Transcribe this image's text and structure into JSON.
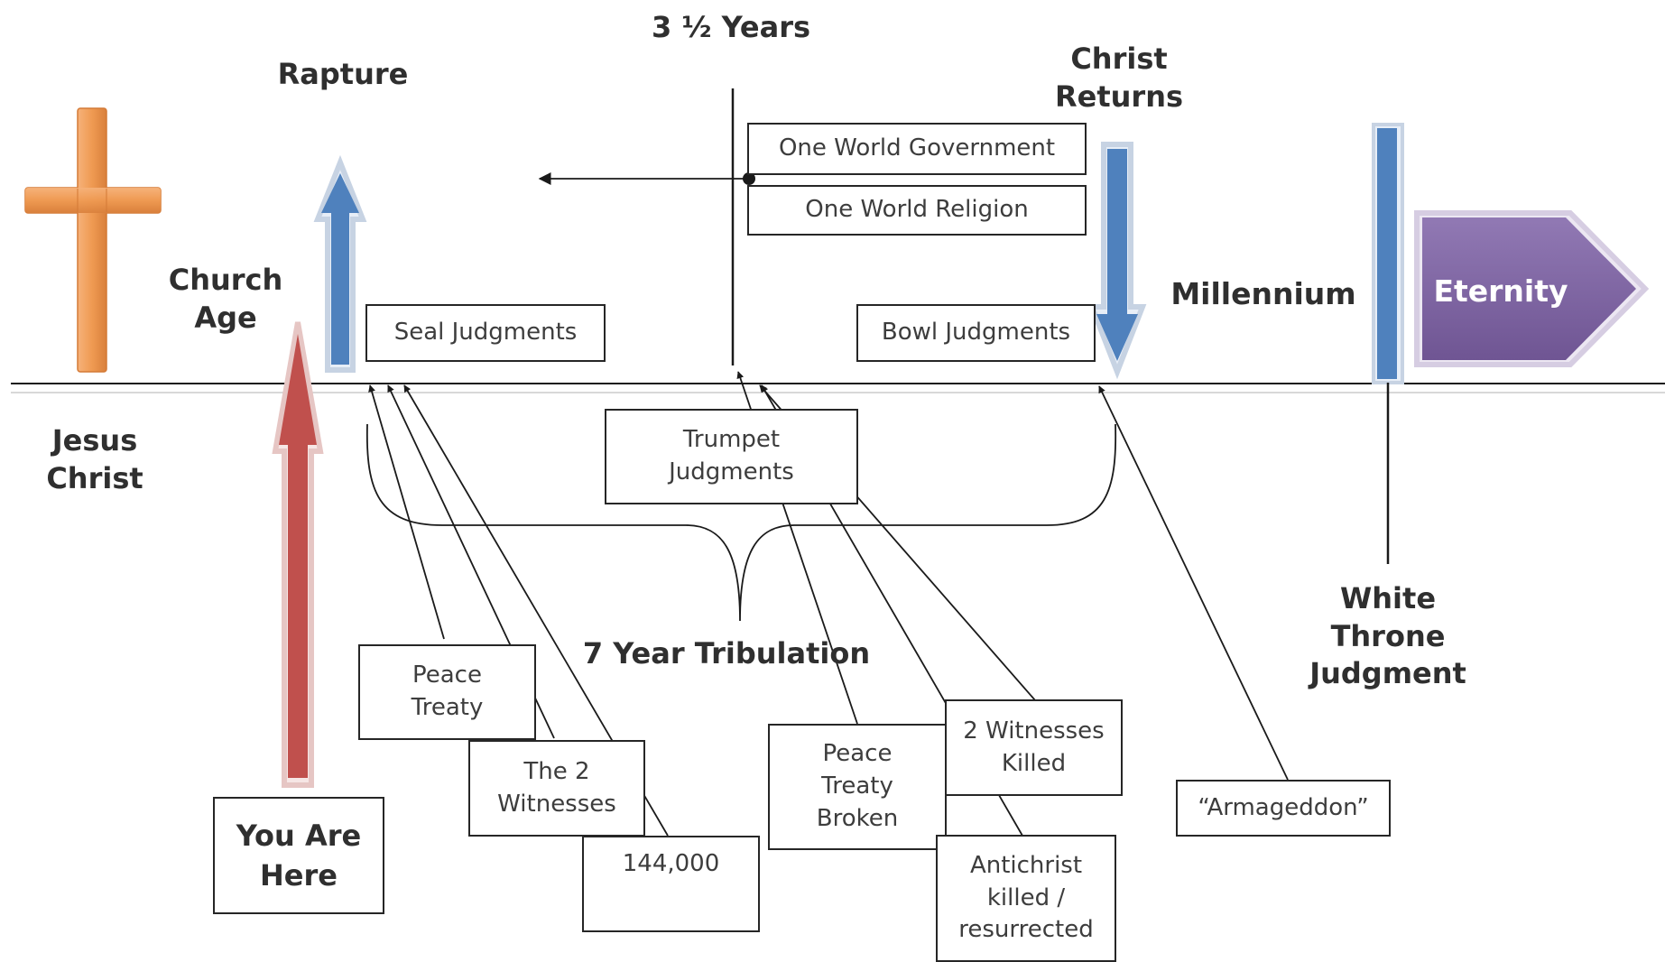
{
  "header": {
    "mid_label": "3 ½ Years"
  },
  "labels": {
    "rapture": "Rapture",
    "christ_returns": "Christ\nReturns",
    "church_age": "Church\nAge",
    "jesus_christ": "Jesus\nChrist",
    "millennium": "Millennium",
    "white_throne": "White\nThrone\nJudgment",
    "tribulation": "7 Year Tribulation",
    "eternity": "Eternity"
  },
  "boxes": {
    "one_world_government": "One World Government",
    "one_world_religion": "One World Religion",
    "seal_judgments": "Seal Judgments",
    "bowl_judgments": "Bowl Judgments",
    "trumpet_judgments": "Trumpet\nJudgments",
    "peace_treaty": "Peace\nTreaty",
    "the_2_witnesses": "The 2\nWitnesses",
    "n_144000": "144,000",
    "you_are_here": "You Are\nHere",
    "peace_treaty_broken": "Peace\nTreaty\nBroken",
    "witnesses_killed": "2 Witnesses\nKilled",
    "antichrist": "Antichrist\nkilled /\nresurrected",
    "armageddon": "“Armageddon”"
  },
  "colors": {
    "cross": "#ef9a52",
    "rapture_arrow": "#4f81bd",
    "you_are_here_arrow": "#c0504d",
    "eternity": "#8064a2",
    "line": "#1a1a1a"
  },
  "icons": {
    "cross": "cross-icon",
    "rapture": "up-arrow-icon",
    "you_are_here": "up-arrow-icon",
    "christ_returns": "down-arrow-icon",
    "eternity": "pentagon-arrow-icon"
  }
}
